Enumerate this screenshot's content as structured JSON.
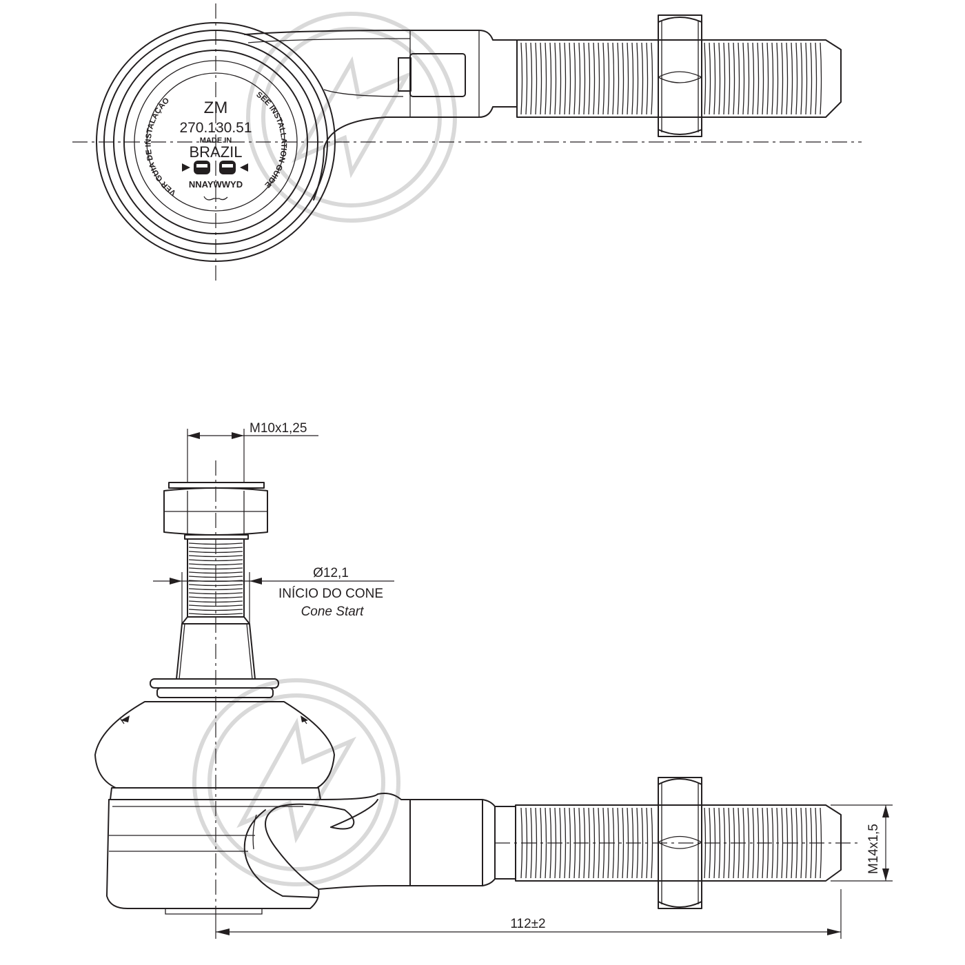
{
  "diagram": {
    "top_view": {
      "marking": {
        "brand": "ZM",
        "part_number": "270.130.51",
        "made_in": "MADE IN",
        "country": "BRAZIL",
        "date_code": "NNAYWWYD",
        "ring_text_left": "VER GUIA DE INSTALAÇÃO",
        "ring_text_right": "SEE INSTALLATION GUIDE"
      }
    },
    "side_view": {
      "dimensions": {
        "stud_thread": "M10x1,25",
        "cone_diameter": "Ø12,1",
        "cone_start_pt": "INÍCIO DO CONE",
        "cone_start_en": "Cone Start",
        "shank_thread": "M14x1,5",
        "overall_length": "112±2"
      }
    },
    "colors": {
      "ink": "#231f20",
      "watermark": "#d9d9d9",
      "background": "#ffffff"
    }
  }
}
